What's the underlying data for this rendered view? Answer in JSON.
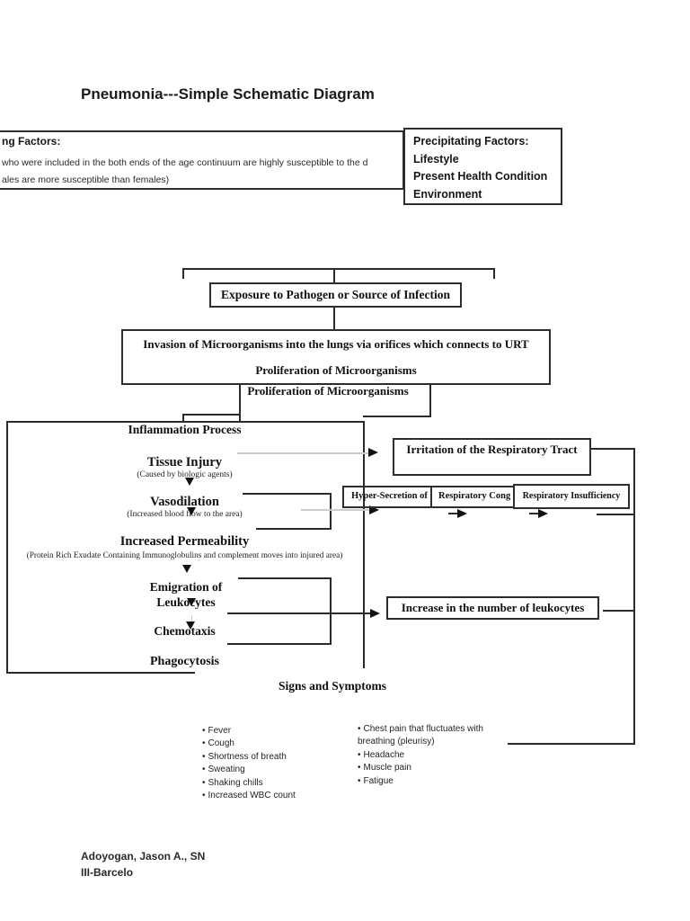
{
  "page": {
    "title": "Pneumonia---Simple Schematic Diagram"
  },
  "predisposing_box": {
    "heading": "ng Factors:",
    "line1": "who were included in the both ends of the age continuum are highly susceptible to the d",
    "line2": "ales are more susceptible than females)"
  },
  "precipitating_box": {
    "heading": "Precipitating Factors:",
    "items": [
      "Lifestyle",
      "Present Health Condition",
      "Environment"
    ]
  },
  "flow": {
    "exposure": "Exposure to Pathogen or Source of Infection",
    "invasion": "Invasion of Microorganisms into the lungs via orifices which connects to URT",
    "proliferation_inner": "Proliferation of Microorganisms",
    "proliferation_outer": "Proliferation of Microorganisms",
    "inflammation_title": "Inflammation Process",
    "tissue_injury": "Tissue Injury",
    "tissue_injury_note": "(Caused by biologic agents)",
    "vasodilation": "Vasodilation",
    "vasodilation_note": "(Increased blood flow to the area)",
    "permeability": "Increased Permeability",
    "permeability_note": "(Protein Rich Exudate Containing Immunoglobulins and complement moves into injured area)",
    "emigration": "Emigration of Leukocytes",
    "chemotaxis": "Chemotaxis",
    "phagocytosis": "Phagocytosis",
    "irritation": "Irritation of the Respiratory Tract",
    "hyper_secretion": "Hyper-Secretion of",
    "respiratory_cong": "Respiratory Cong",
    "respiratory_insufficiency": "Respiratory Insufficiency",
    "leukocytes_increase": "Increase in the number of leukocytes"
  },
  "signs": {
    "title": "Signs and Symptoms",
    "left": [
      "Fever",
      "Cough",
      "Shortness of breath",
      "Sweating",
      "Shaking chills",
      "Increased WBC count"
    ],
    "right": [
      "Chest pain that fluctuates with breathing (pleurisy)",
      "Headache",
      "Muscle pain",
      "Fatigue"
    ]
  },
  "footer": {
    "line1": "Adoyogan, Jason A., SN",
    "line2": "III-Barcelo"
  }
}
